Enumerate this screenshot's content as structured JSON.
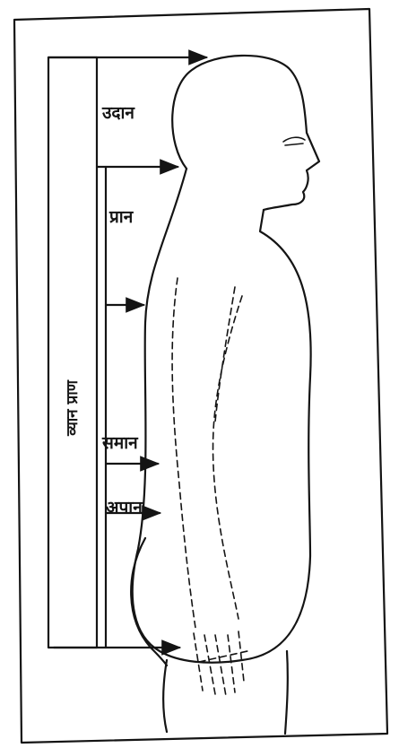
{
  "diagram": {
    "labels": {
      "udan": "उदान",
      "pran": "प्रान",
      "saman": "समान",
      "apan": "अपान",
      "vyan": "व्यान प्राण"
    }
  }
}
